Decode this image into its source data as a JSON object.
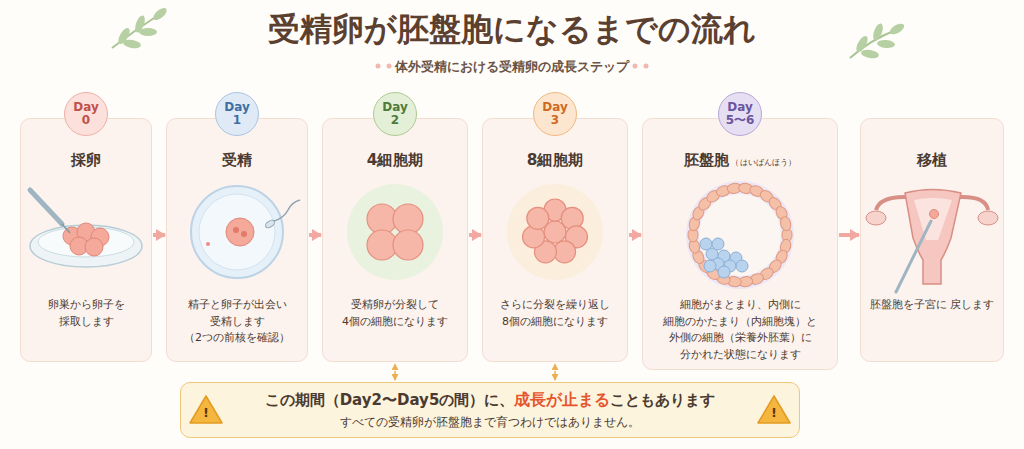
{
  "diagram": {
    "title": "受精卵が胚盤胞になるまでの流れ",
    "nodes": [
      {
        "text": [
          "採卵",
          "卵巣から卵子を 採取します"
        ]
      },
      {
        "text": [
          "Day 0"
        ],
        "in": 0
      },
      {
        "text": [
          "受精",
          "精子と卵子が出会い 受精します （2つの前核を確認）"
        ]
      },
      {
        "text": [
          "Day 1"
        ],
        "in": 2
      },
      {
        "text": [
          "4細胞期",
          "受精卵が分裂して 4個の細胞になります"
        ]
      },
      {
        "text": [
          "Day 2"
        ],
        "in": 4
      },
      {
        "text": [
          "8細胞期",
          "さらに分裂を繰り返し 8個の細胞になります"
        ]
      },
      {
        "text": [
          "Day 3"
        ],
        "in": 6
      },
      {
        "text": [
          "胚盤胞",
          "（はいばんほう）",
          "細胞がまとまり、内側に 細胞のかたまり（内細胞塊）と 外側の細胞（栄養外胚葉）に 分かれた状態になります"
        ]
      },
      {
        "text": [
          "Day 5〜6"
        ],
        "in": 8
      },
      {
        "text": [
          "移植",
          "胚盤胞を子宮に 戻します"
        ]
      },
      {
        "text": [
          "この期間（Day2〜Day5の間）に、",
          "成長が止まる",
          "こともあります",
          "すべての受精卵が胚盤胞まで育つわけではありません。"
        ]
      }
    ],
    "edges": [
      {
        "from": 0,
        "to": 2,
        "arrow": "to"
      },
      {
        "from": 2,
        "to": 4,
        "arrow": "to"
      },
      {
        "from": 4,
        "to": 6,
        "arrow": "to"
      },
      {
        "from": 6,
        "to": 8,
        "arrow": "to"
      },
      {
        "from": 8,
        "to": 10,
        "arrow": "to"
      },
      {
        "from": 11,
        "to": 4,
        "arrow": "both"
      },
      {
        "from": 11,
        "to": 6,
        "arrow": "both"
      }
    ],
    "labels": [
      "体外受精における受精卵の成長ステップ",
      "!",
      "!"
    ]
  }
}
